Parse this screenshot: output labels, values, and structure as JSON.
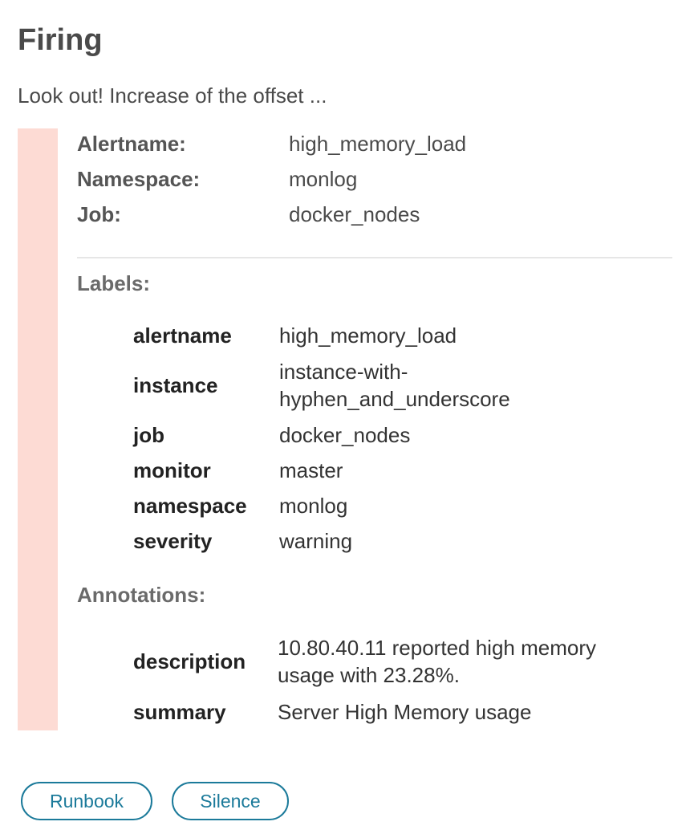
{
  "title": "Firing",
  "subtitle": "Look out! Increase of the offset ...",
  "alert": {
    "status_color": "#fddbd4",
    "fields": [
      {
        "key": "Alertname:",
        "value": "high_memory_load"
      },
      {
        "key": "Namespace:",
        "value": "monlog"
      },
      {
        "key": "Job:",
        "value": "docker_nodes"
      }
    ]
  },
  "labels": {
    "heading": "Labels:",
    "items": [
      {
        "key": "alertname",
        "value": "high_memory_load"
      },
      {
        "key": "instance",
        "value": "instance-with-hyphen_and_underscore"
      },
      {
        "key": "job",
        "value": "docker_nodes"
      },
      {
        "key": "monitor",
        "value": "master"
      },
      {
        "key": "namespace",
        "value": "monlog"
      },
      {
        "key": "severity",
        "value": "warning"
      }
    ]
  },
  "annotations": {
    "heading": "Annotations:",
    "items": [
      {
        "key": "description",
        "value": "10.80.40.11 reported high memory usage with 23.28%."
      },
      {
        "key": "summary",
        "value": "Server High Memory usage"
      }
    ]
  },
  "actions": {
    "runbook_label": "Runbook",
    "silence_label": "Silence",
    "accent_color": "#1b7a9a"
  }
}
